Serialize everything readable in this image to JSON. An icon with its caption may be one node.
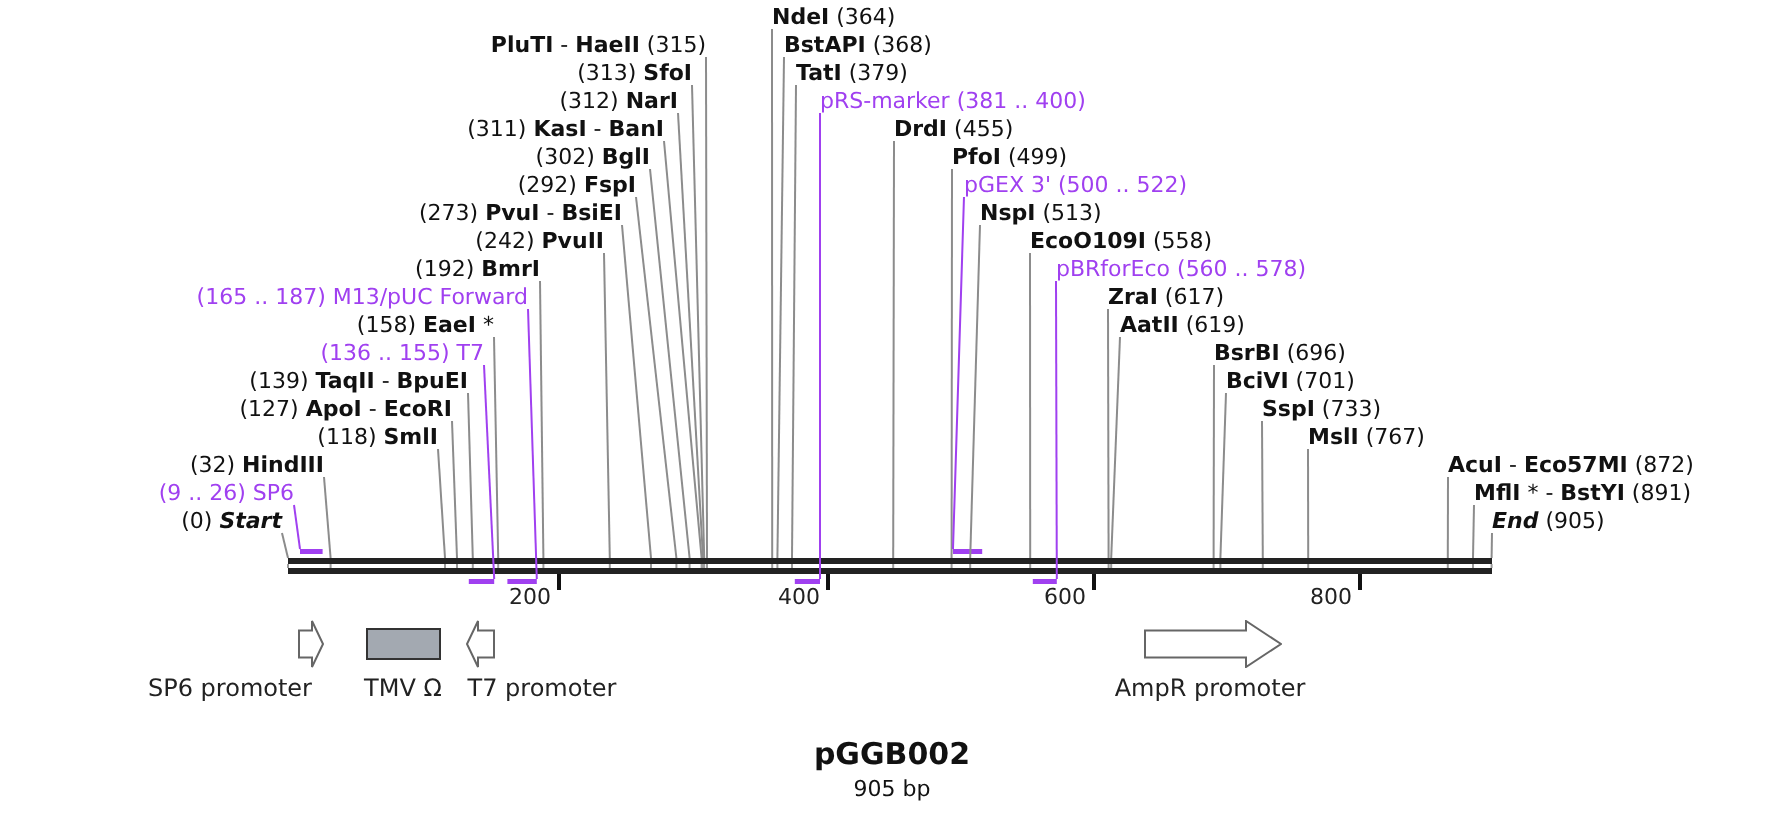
{
  "diagram": {
    "title": "pGGB002",
    "caption": "905 bp",
    "nodes": [
      {
        "text": [
          "(242) **PvuII**"
        ]
      },
      {
        "text": [
          "(192) **BmrI**"
        ]
      },
      {
        "text": [
          "**PluTI** - **HaeII** (315)"
        ]
      },
      {
        "text": [
          "pBRforEco (560 .. 578)"
        ]
      },
      {
        "text": [
          "(165 .. 187) M13/pUC Forward"
        ]
      },
      {
        "text": [
          "**NdeI** (364)"
        ]
      },
      {
        "text": [
          "**BstAPI** (368)"
        ]
      },
      {
        "text": [
          "**ZraI** (617)"
        ]
      },
      {
        "text": [
          "(158) **EaeI** *"
        ]
      },
      {
        "text": [
          "**TatI** (379)"
        ]
      },
      {
        "text": [
          "**AatII** (619)"
        ]
      },
      {
        "text": [
          "(136 .. 155) T7"
        ]
      },
      {
        "text": [
          "pRS-marker (381 .. 400)"
        ]
      },
      {
        "text": [
          "**BsrBI** (696)"
        ]
      },
      {
        "text": [
          "(139) **TaqII** - **BpuEI**"
        ]
      },
      {
        "text": [
          "**BciVI** (701)"
        ]
      },
      {
        "text": [
          "**DrdI** (455)"
        ]
      },
      {
        "text": [
          "(127) **ApoI** - **EcoRI**"
        ]
      },
      {
        "text": [
          "(313) **SfoI**"
        ]
      },
      {
        "text": [
          "**SspI** (733)"
        ]
      },
      {
        "text": [
          "(118) **SmlI**"
        ]
      },
      {
        "text": [
          "**PfoI** (499)"
        ]
      },
      {
        "text": [
          "(312) **NarI**"
        ]
      },
      {
        "text": [
          "**MslI** (767)"
        ]
      },
      {
        "text": [
          "(32) **HindIII**"
        ]
      },
      {
        "text": [
          "(311) **KasI** - **BanI**"
        ]
      },
      {
        "text": [
          "pGEX 3' (500 .. 522)"
        ]
      },
      {
        "text": [
          "(302) **BglI**"
        ]
      },
      {
        "text": [
          "**AcuI** - **Eco57MI** (872)"
        ]
      },
      {
        "text": [
          "(9 .. 26) SP6"
        ]
      },
      {
        "text": [
          "**NspI** (513)"
        ]
      },
      {
        "text": [
          "(292) **FspI**"
        ]
      },
      {
        "text": [
          "**MflI** * - **BstYI** (891)"
        ]
      },
      {
        "text": [
          "(0) *Start*"
        ]
      },
      {
        "text": [
          "(273) **PvuI** - **BsiEI**"
        ]
      },
      {
        "text": [
          "**EcoO109I** (558)"
        ]
      },
      {
        "text": [
          "*End* (905)"
        ]
      },
      {
        "text": [],
        "shape": "bar"
      },
      {
        "text": [],
        "shape": "bar"
      },
      {
        "text": [],
        "shape": "bar"
      },
      {
        "text": [],
        "shape": "bar"
      },
      {
        "text": [],
        "shape": "bar"
      },
      {
        "text": [],
        "shape": "bar"
      },
      {
        "text": [],
        "shape": "bar"
      },
      {
        "text": [
          "SP6 promoter"
        ]
      },
      {
        "text": [
          "TMV Ω"
        ]
      },
      {
        "text": [
          "T7 promoter"
        ]
      },
      {
        "text": [
          "AmpR promoter"
        ]
      }
    ],
    "edges": [
      {
        "from": 0,
        "to": 37,
        "arrow": "none"
      },
      {
        "from": 1,
        "to": 37,
        "arrow": "none"
      },
      {
        "from": 2,
        "to": 37,
        "arrow": "none"
      },
      {
        "from": 3,
        "to": 43,
        "arrow": "none",
        "color": "#a040f0"
      },
      {
        "from": 4,
        "to": 40,
        "arrow": "none",
        "color": "#a040f0"
      },
      {
        "from": 5,
        "to": 37,
        "arrow": "none"
      },
      {
        "from": 6,
        "to": 37,
        "arrow": "none"
      },
      {
        "from": 7,
        "to": 37,
        "arrow": "none"
      },
      {
        "from": 8,
        "to": 37,
        "arrow": "none"
      },
      {
        "from": 9,
        "to": 37,
        "arrow": "none"
      },
      {
        "from": 10,
        "to": 37,
        "arrow": "none"
      },
      {
        "from": 11,
        "to": 39,
        "arrow": "none",
        "color": "#a040f0"
      },
      {
        "from": 12,
        "to": 41,
        "arrow": "none",
        "color": "#a040f0"
      },
      {
        "from": 13,
        "to": 37,
        "arrow": "none"
      },
      {
        "from": 14,
        "to": 37,
        "arrow": "none"
      },
      {
        "from": 15,
        "to": 37,
        "arrow": "none"
      },
      {
        "from": 16,
        "to": 37,
        "arrow": "none"
      },
      {
        "from": 17,
        "to": 37,
        "arrow": "none"
      },
      {
        "from": 18,
        "to": 37,
        "arrow": "none"
      },
      {
        "from": 19,
        "to": 37,
        "arrow": "none"
      },
      {
        "from": 20,
        "to": 37,
        "arrow": "none"
      },
      {
        "from": 21,
        "to": 37,
        "arrow": "none"
      },
      {
        "from": 22,
        "to": 37,
        "arrow": "none"
      },
      {
        "from": 23,
        "to": 37,
        "arrow": "none"
      },
      {
        "from": 24,
        "to": 37,
        "arrow": "none"
      },
      {
        "from": 25,
        "to": 37,
        "arrow": "none"
      },
      {
        "from": 26,
        "to": 42,
        "arrow": "none",
        "color": "#a040f0"
      },
      {
        "from": 27,
        "to": 37,
        "arrow": "none"
      },
      {
        "from": 28,
        "to": 37,
        "arrow": "none"
      },
      {
        "from": 29,
        "to": 38,
        "arrow": "none",
        "color": "#a040f0"
      },
      {
        "from": 30,
        "to": 37,
        "arrow": "none"
      },
      {
        "from": 31,
        "to": 37,
        "arrow": "none"
      },
      {
        "from": 32,
        "to": 37,
        "arrow": "none"
      },
      {
        "from": 33,
        "to": 37,
        "arrow": "none"
      },
      {
        "from": 34,
        "to": 37,
        "arrow": "none"
      },
      {
        "from": 35,
        "to": 37,
        "arrow": "none"
      },
      {
        "from": 36,
        "to": 37,
        "arrow": "none"
      }
    ],
    "labels": [
      "200",
      "400",
      "600",
      "800"
    ]
  }
}
